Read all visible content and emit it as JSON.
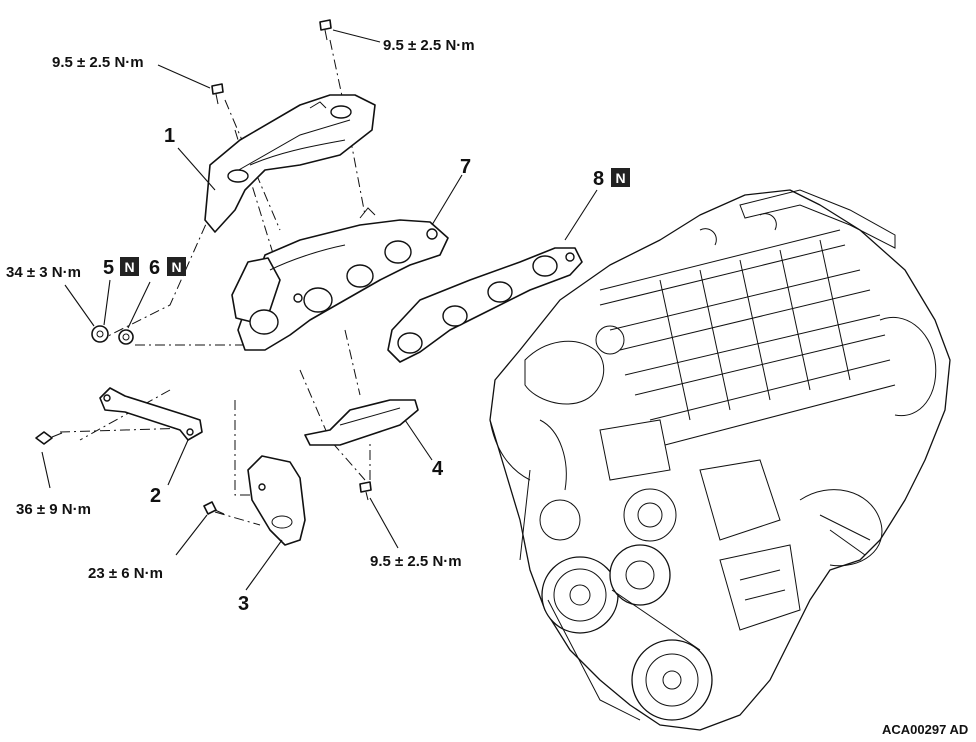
{
  "labels": {
    "part_1": "1",
    "part_2": "2",
    "part_3": "3",
    "part_4": "4",
    "part_5": "5",
    "part_6": "6",
    "part_7": "7",
    "part_8": "8",
    "new_part_mark": "N",
    "torque_top_left": "9.5 ± 2.5 N·m",
    "torque_top_right": "9.5 ± 2.5 N·m",
    "torque_nut": "34 ± 3 N·m",
    "torque_bracket_bolt": "36 ± 9 N·m",
    "torque_cover_bolt": "23 ± 6 N·m",
    "torque_bottom": "9.5 ± 2.5 N·m",
    "figure_code": "ACA00297 AD"
  },
  "icons": [
    "bolt-icon",
    "nut-icon",
    "washer-icon",
    "new-part-badge-icon"
  ]
}
